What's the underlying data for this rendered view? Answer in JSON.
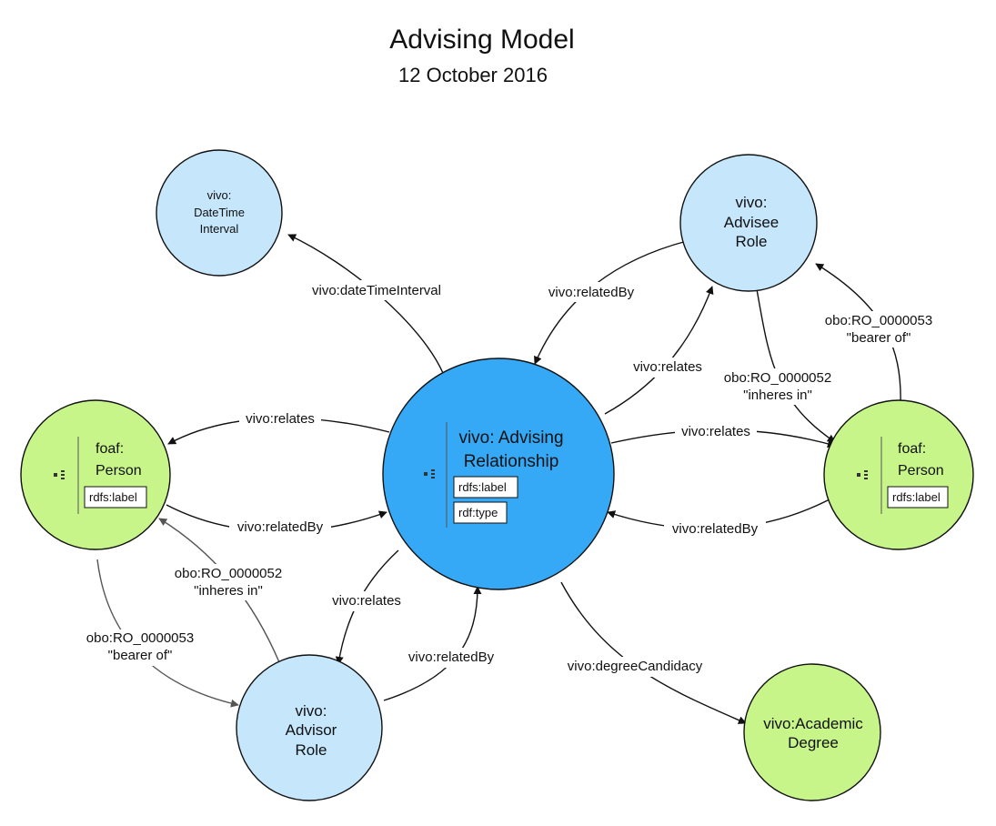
{
  "title": "Advising Model",
  "subtitle": "12 October 2016",
  "colors": {
    "light_blue_node": "#c5e6fb",
    "center_node": "#35a9f5",
    "green_node": "#c7f58a",
    "stroke": "#111111"
  },
  "nodes": {
    "datetime": [
      "vivo:",
      "DateTime",
      "Interval"
    ],
    "advisee": [
      "vivo:",
      "Advisee",
      "Role"
    ],
    "advising": [
      "vivo: Advising",
      "Relationship"
    ],
    "advising_props": [
      "rdfs:label",
      "rdf:type"
    ],
    "person_left": [
      "foaf:",
      "Person"
    ],
    "person_left_props": [
      "rdfs:label"
    ],
    "person_right": [
      "foaf:",
      "Person"
    ],
    "person_right_props": [
      "rdfs:label"
    ],
    "advisor": [
      "vivo:",
      "Advisor",
      "Role"
    ],
    "degree": [
      "vivo:Academic",
      "Degree"
    ]
  },
  "edges": {
    "date_time_interval": "vivo:dateTimeInterval",
    "advisee_related_by": "vivo:relatedBy",
    "advisee_relates": "vivo:relates",
    "adv_inheres": [
      "obo:RO_0000052",
      "\"inheres in\""
    ],
    "adv_bearer": [
      "obo:RO_0000053",
      "\"bearer of\""
    ],
    "left_relates": "vivo:relates",
    "left_related_by": "vivo:relatedBy",
    "right_relates": "vivo:relates",
    "right_related_by": "vivo:relatedBy",
    "left_inheres": [
      "obo:RO_0000052",
      "\"inheres in\""
    ],
    "left_bearer": [
      "obo:RO_0000053",
      "\"bearer of\""
    ],
    "advisor_relates": "vivo:relates",
    "advisor_related_by": "vivo:relatedBy",
    "degree_candidacy": "vivo:degreeCandidacy"
  }
}
